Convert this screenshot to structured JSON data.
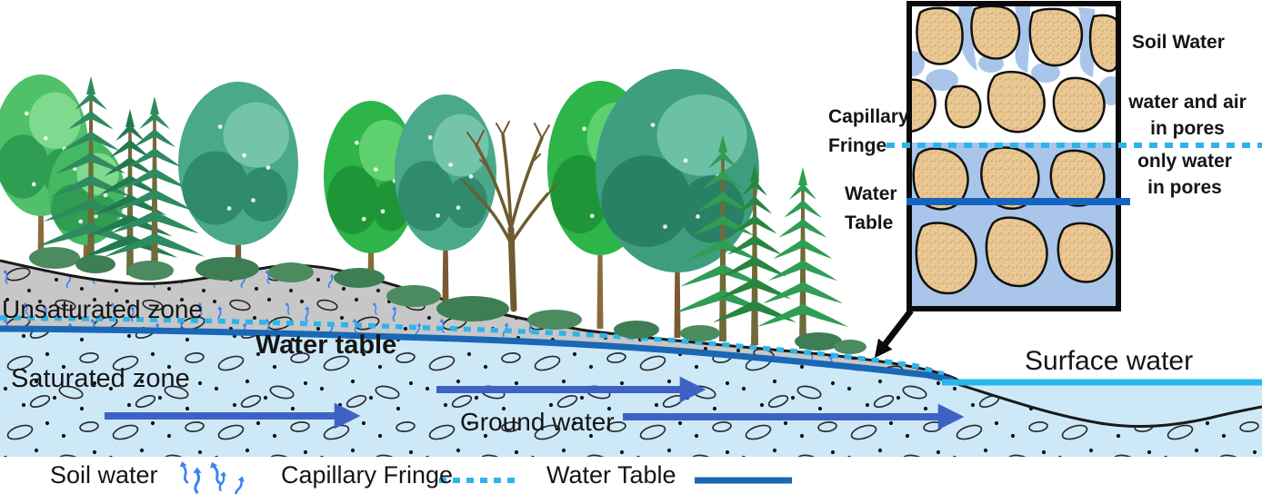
{
  "labels": {
    "unsaturated_zone": "Unsaturated zone",
    "water_table_main": "Water table",
    "saturated_zone": "Saturated zone",
    "ground_water": "Ground water",
    "surface_water": "Surface water"
  },
  "inset": {
    "capillary_fringe": "Capillary\nFringe",
    "water_table": "Water\nTable",
    "soil_water": "Soil Water",
    "water_and_air": "water and air\nin pores",
    "only_water": "only water\nin pores"
  },
  "legend": {
    "soil_water": "Soil water",
    "capillary_fringe": "Capillary Fringe",
    "water_table": "Water Table"
  },
  "icons": {
    "soil_water_drops_icon": "small blue infiltrating water squiggles",
    "capillary_fringe_line_icon": "dotted cyan line",
    "water_table_line_icon": "solid blue line",
    "groundwater_flow_arrow_icon": "blue right-pointing arrow",
    "inset_pointer_arrow_icon": "black arrow from magnified pore inset to water table"
  },
  "colors": {
    "saturated_zone_fill": "#cde9f8",
    "unsaturated_zone_fill": "#c7c7c7",
    "water_table_line": "#1a67b5",
    "capillary_fringe_line": "#2fb4ea",
    "surface_water_line": "#29b6ec",
    "groundwater_arrow": "#3e62c4",
    "soil_water_drop": "#3b82f6",
    "inset_water_fill": "#a9c6ea",
    "inset_grain_fill": "#e9c894",
    "text": "#151515"
  }
}
